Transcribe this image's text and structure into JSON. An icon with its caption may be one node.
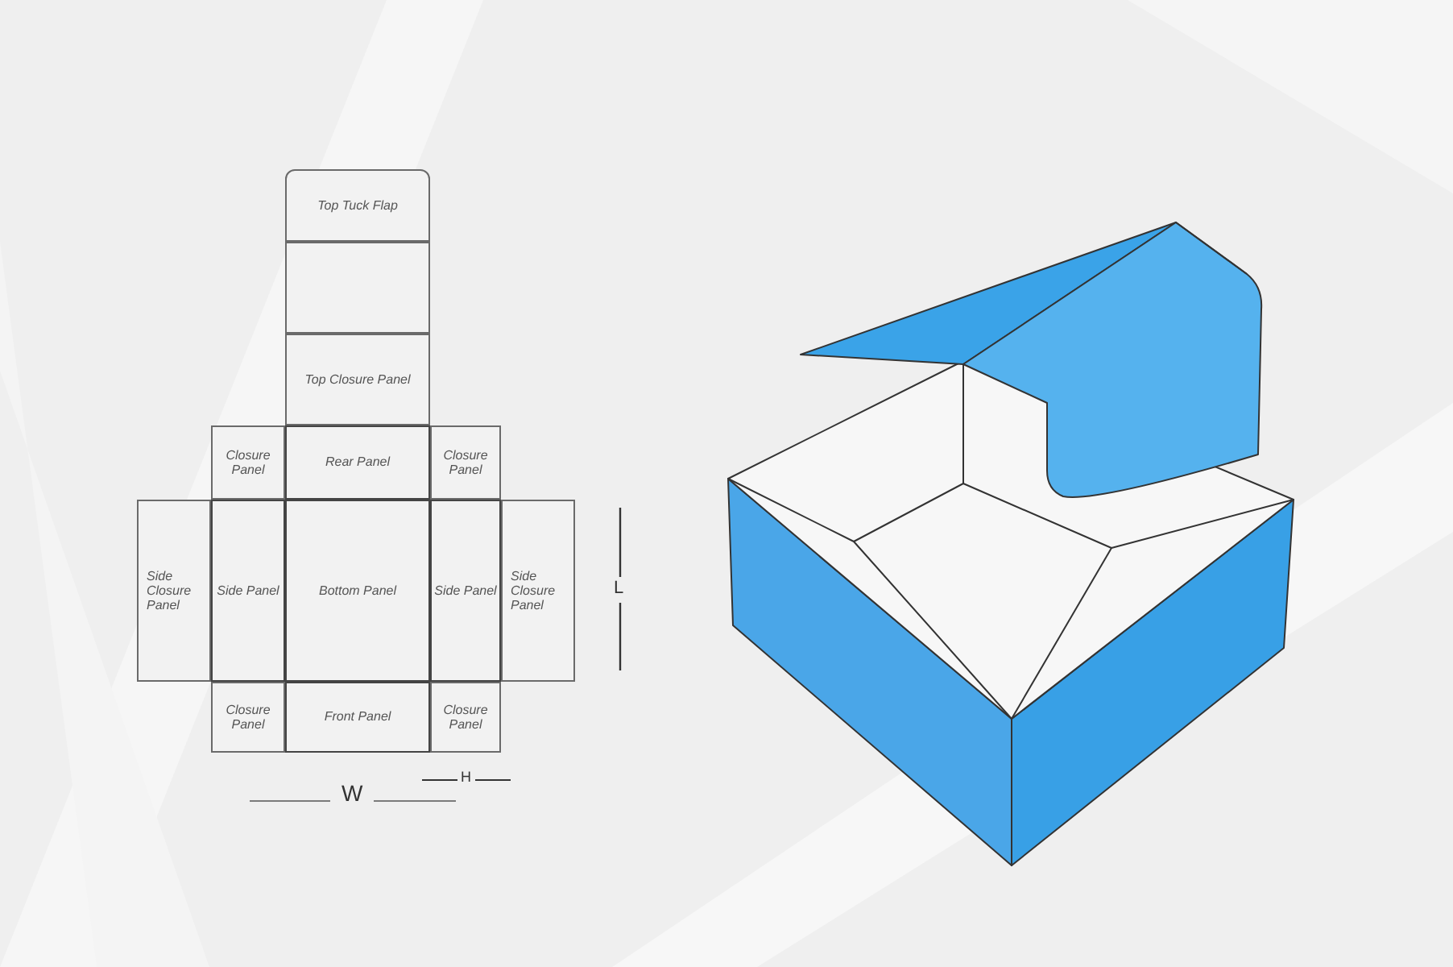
{
  "diagram": {
    "nodes": [
      {
        "text": [
          "Top Tuck Flap"
        ]
      },
      {
        "text": [],
        "shape": "box"
      },
      {
        "text": [
          "Top Closure Panel"
        ]
      },
      {
        "text": [
          "Closure Panel"
        ]
      },
      {
        "text": [
          "Rear Panel"
        ]
      },
      {
        "text": [
          "Closure Panel"
        ]
      },
      {
        "text": [
          "Side Closure Panel"
        ]
      },
      {
        "text": [
          "Side Panel"
        ]
      },
      {
        "text": [
          "Bottom Panel"
        ]
      },
      {
        "text": [
          "Side Panel"
        ]
      },
      {
        "text": [
          "Side Closure Panel"
        ]
      },
      {
        "text": [
          "Closure Panel"
        ]
      },
      {
        "text": [
          "Front Panel"
        ]
      },
      {
        "text": [
          "Closure Panel"
        ]
      }
    ],
    "labels": [
      "L",
      "W",
      "H"
    ]
  }
}
